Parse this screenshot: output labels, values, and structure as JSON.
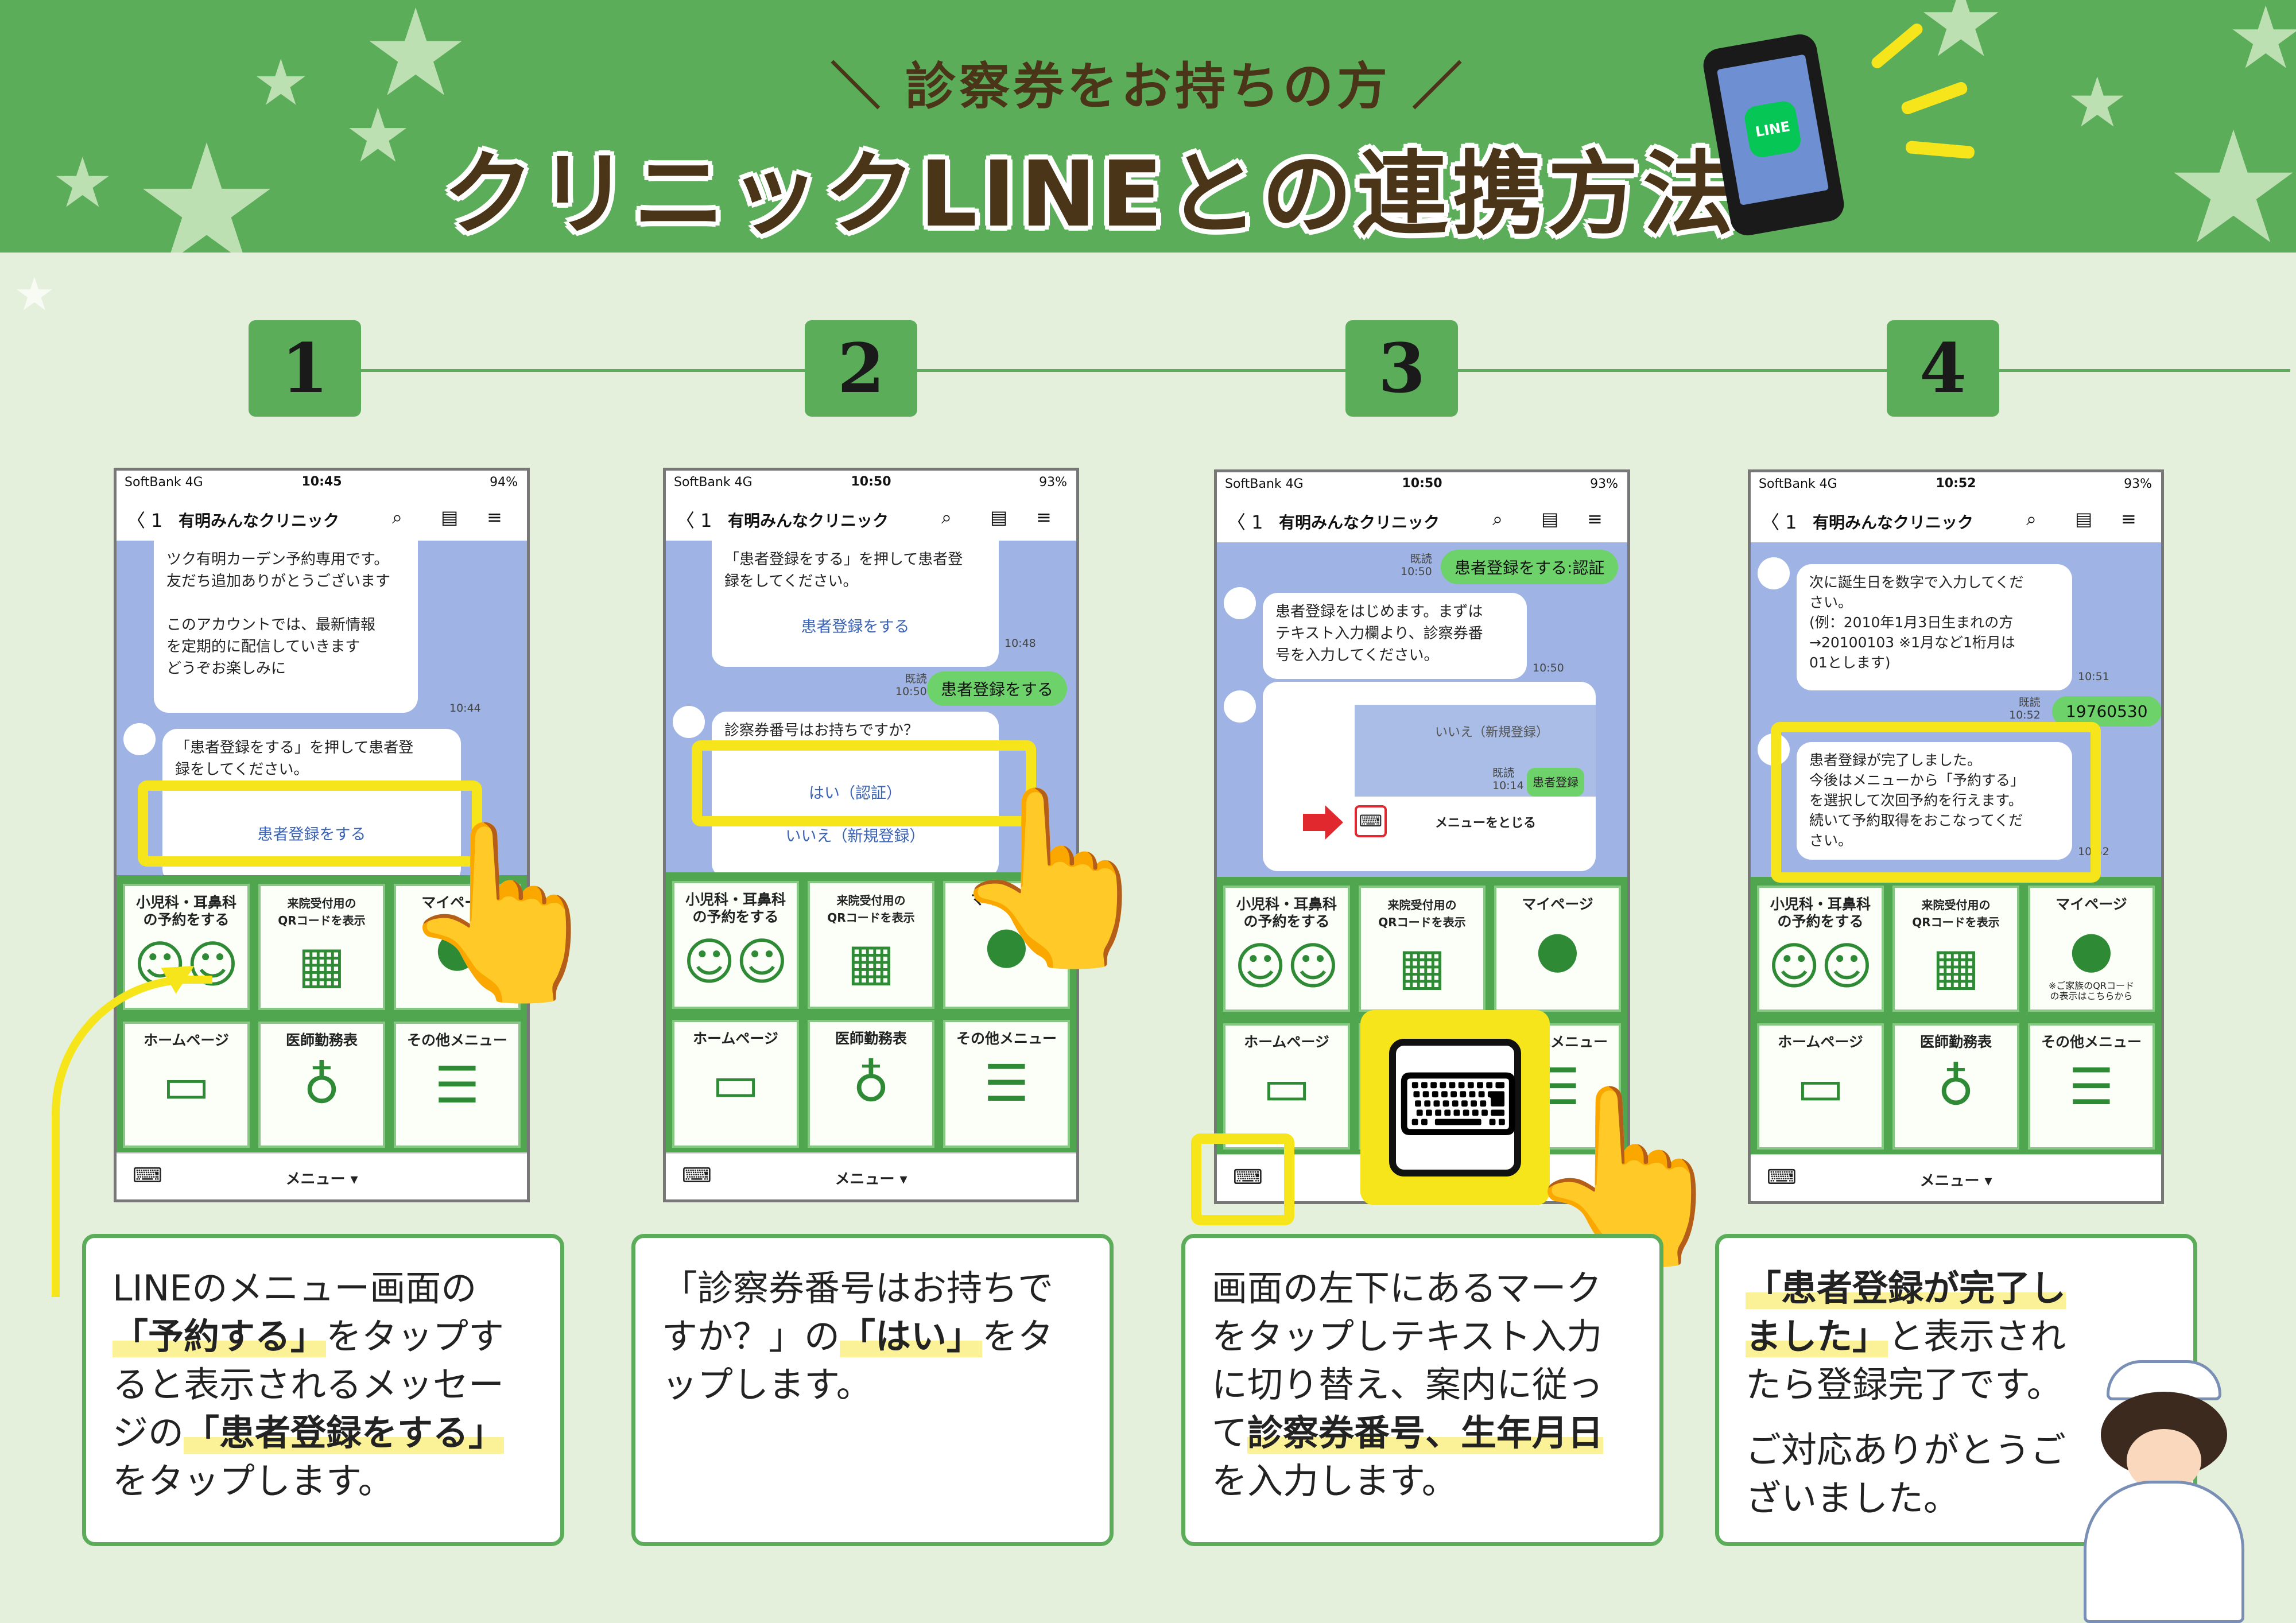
{
  "header": {
    "subtitle": "＼ 診察券をお持ちの方 ／",
    "title": "クリニックLINEとの連携方法"
  },
  "steps": [
    {
      "number": "1",
      "phone": {
        "carrier": "SoftBank  4G",
        "time": "10:45",
        "battery": "94%",
        "chat_title": "有明みんなクリニック",
        "back": "〈 1",
        "msg1": "ツク有明カーデン予約専用です。\n友だち追加ありがとうございます\n\nこのアカウントでは、最新情報\nを定期的に配信していきます\nどうぞお楽しみに",
        "msg1_time": "10:44",
        "msg2": "「患者登録をする」を押して患者登\n録をしてください。",
        "button": "患者登録をする"
      },
      "desc_before": "LINEのメニュー画面の",
      "desc_b1": "「予約する」",
      "desc_mid": "をタップすると表示されるメッセージの",
      "desc_b2": "「患者登録をする」",
      "desc_after": "をタップします。"
    },
    {
      "number": "2",
      "phone": {
        "carrier": "SoftBank  4G",
        "time": "10:50",
        "battery": "93%",
        "chat_title": "有明みんなクリニック",
        "back": "〈 1",
        "msg1": "「患者登録をする」を押して患者登\n録をしてください。",
        "link1": "患者登録をする",
        "time1": "10:48",
        "read": "既読\n10:50",
        "green": "患者登録をする",
        "question": "診察券番号はお持ちですか？",
        "yes": "はい（認証）",
        "no": "いいえ（新規登録）"
      },
      "desc_before": "「診察券番号はお持ちですか？」の",
      "desc_b1": "「はい」",
      "desc_after": "をタップします。"
    },
    {
      "number": "3",
      "phone": {
        "carrier": "SoftBank  4G",
        "time": "10:50",
        "battery": "93%",
        "chat_title": "有明みんなクリニック",
        "back": "〈 1",
        "read": "既読\n10:50",
        "green": "患者登録をする:認証",
        "msg": "患者登録をはじめます。まずは\nテキスト入力欄より、診察券番\n号を入力してください。",
        "msg_time": "10:50",
        "inner_no": "いいえ（新規登録）",
        "inner_read": "既読\n10:14",
        "inner_green": "患者登録",
        "close_menu": "メニューをとじる"
      },
      "desc_before": "画面の左下にあるマークをタップしテキスト入力に切り替え、案内に従って",
      "desc_b1": "診察券番号、生年月日",
      "desc_after": "を入力します。"
    },
    {
      "number": "4",
      "phone": {
        "carrier": "SoftBank  4G",
        "time": "10:52",
        "battery": "93%",
        "chat_title": "有明みんなクリニック",
        "back": "〈 1",
        "msg1": "次に誕生日を数字で入力してくだ\nさい。\n(例：2010年1月3日生まれの方\n→20100103 ※1月など1桁月は\n01とします)",
        "time1": "10:51",
        "read": "既読\n10:52",
        "green": "19760530",
        "msg2": "患者登録が完了しました。\n今後はメニューから「予約する」\nを選択して次回予約を行えます。\n続いて予約取得をおこなってくだ\nさい。",
        "time2": "10:52"
      },
      "desc_b1": "「患者登録が完了しました」",
      "desc_after": "と表示されたら登録完了です。",
      "desc_p2": "ご対応ありがとうございました。"
    }
  ],
  "rich_menu": {
    "tile1": "小児科・耳鼻科\nの予約をする",
    "tile2": "来院受付用の\nQRコードを表示",
    "tile3": "マイページ",
    "tile3_note": "※ご家族のQRコード\nの表示はこちらから",
    "tile4": "ホームページ",
    "tile5": "医師勤務表",
    "tile6": "その他メニュー",
    "bottom": "メニュー ▾"
  },
  "icons": {
    "keyboard": "keyboard-icon",
    "phone": "smartphone-line-icon",
    "hand": "pointing-hand-icon",
    "nurse": "bowing-nurse-illustration"
  },
  "phone_line_label": "LINE",
  "colors": {
    "banner": "#5cad5a",
    "background": "#e4f0dc",
    "highlight": "#f5e51a",
    "line_green": "#06c755",
    "title_brown": "#4a3518"
  }
}
